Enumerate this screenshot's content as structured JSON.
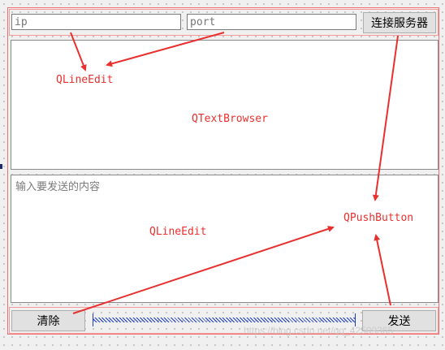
{
  "connection": {
    "ip_placeholder": "ip",
    "port_placeholder": "port",
    "connect_button": "连接服务器"
  },
  "message_input": {
    "placeholder": "输入要发送的内容"
  },
  "bottom_bar": {
    "clear_button": "清除",
    "send_button": "发送"
  },
  "annotations": {
    "line_edit_top": "QLineEdit",
    "text_browser": "QTextBrowser",
    "line_edit_mid": "QLineEdit",
    "push_button": "QPushButton"
  },
  "watermark": "https://blog.csdn.net/qq_42509365",
  "colors": {
    "annotation": "#e8302e",
    "guide_border": "#f07070",
    "spacer": "#1f3fbf"
  }
}
